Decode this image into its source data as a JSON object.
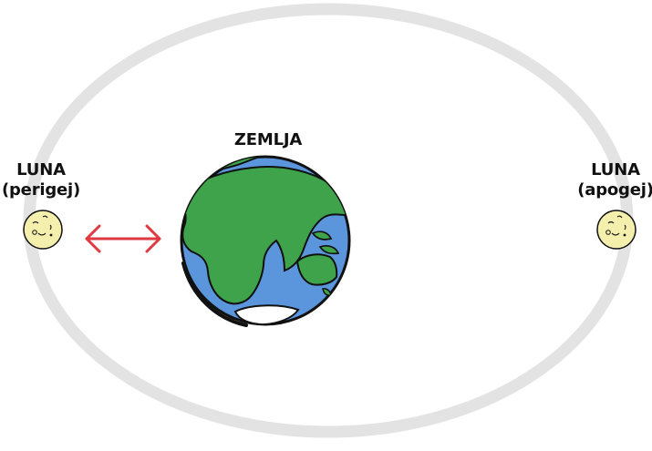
{
  "earth": {
    "label": "ZEMLJA"
  },
  "moon_perigee": {
    "name": "LUNA",
    "note": "(perigej)"
  },
  "moon_apogee": {
    "name": "LUNA",
    "note": "(apogej)"
  },
  "colors": {
    "orbit": "#e3e3e3",
    "ocean": "#5b96dd",
    "land": "#3ea34a",
    "outline": "#111111",
    "moon": "#f4efad",
    "arrow": "#df3a42"
  },
  "icons": {
    "earth": "earth-globe-icon",
    "moon_perigee": "moon-icon",
    "moon_apogee": "moon-icon",
    "distance_arrow": "double-arrow-icon"
  }
}
